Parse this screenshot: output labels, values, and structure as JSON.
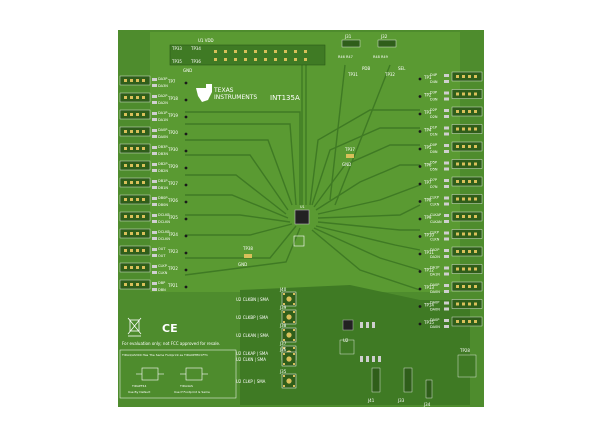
{
  "board": {
    "brand_line1": "TEXAS",
    "brand_line2": "INSTRUMENTS",
    "part_number": "INT135A",
    "top_header": {
      "label": "U1 VDD",
      "tp_left": "TP33",
      "tp_right": "TP34",
      "tp_left2": "TP35",
      "tp_right2": "TP36",
      "gnd": "GND"
    },
    "top_jumpers": [
      {
        "id": "J31",
        "pins": "R46   R47",
        "tp": "TP31",
        "sig": "PDB"
      },
      {
        "id": "J32",
        "pins": "R48   R49",
        "tp": "TP32",
        "sig": "SEL"
      }
    ],
    "center": {
      "ic_label": "U1",
      "tp37": "TP37",
      "gnd37": "GND",
      "tp38": "TP38",
      "gnd38": "GND",
      "u2": "U2"
    },
    "left_rows": [
      {
        "tp": "TP7",
        "net": "DA3P",
        "net2": "DA3N"
      },
      {
        "tp": "TP18",
        "net": "DA2P",
        "net2": "DA2N"
      },
      {
        "tp": "TP19",
        "net": "DA1P",
        "net2": "DA1N"
      },
      {
        "tp": "TP20",
        "net": "DA0P",
        "net2": "DA0N"
      },
      {
        "tp": "TP30",
        "net": "DB3P",
        "net2": "DB3N"
      },
      {
        "tp": "TP29",
        "net": "DB2P",
        "net2": "DB2N"
      },
      {
        "tp": "TP27",
        "net": "DB1P",
        "net2": "DB1N"
      },
      {
        "tp": "TP26",
        "net": "DB0P",
        "net2": "DB0N"
      },
      {
        "tp": "TP25",
        "net": "DCLKP",
        "net2": "DCLKN"
      },
      {
        "tp": "TP24",
        "net": "DCLKP",
        "net2": "DCLKN"
      },
      {
        "tp": "TP23",
        "net": "OUT",
        "net2": "OUT"
      },
      {
        "tp": "TP22",
        "net": "CLKP",
        "net2": "CLKN"
      },
      {
        "tp": "TP21",
        "net": "DBP",
        "net2": "DBN"
      }
    ],
    "right_rows": [
      {
        "tp": "TP1",
        "net": "D4P",
        "net2": "D4N"
      },
      {
        "tp": "TP2",
        "net": "D3P",
        "net2": "D3N"
      },
      {
        "tp": "TP3",
        "net": "D2P",
        "net2": "D2N"
      },
      {
        "tp": "TP4",
        "net": "D1P",
        "net2": "D1N"
      },
      {
        "tp": "TP5",
        "net": "D0P",
        "net2": "D0N"
      },
      {
        "tp": "TP6",
        "net": "D5P",
        "net2": "D5N"
      },
      {
        "tp": "TP7",
        "net": "D7P",
        "net2": "D7N"
      },
      {
        "tp": "TP8",
        "net": "CLKP",
        "net2": "CLKN"
      },
      {
        "tp": "TP9",
        "net": "CLKAP",
        "net2": "CLKAN"
      },
      {
        "tp": "TP10",
        "net": "CLKP",
        "net2": "CLKN"
      },
      {
        "tp": "TP11",
        "net": "DA2P",
        "net2": "DA2N"
      },
      {
        "tp": "TP12",
        "net": "DA1P",
        "net2": "DA1N"
      },
      {
        "tp": "TP13",
        "net": "DA0P",
        "net2": "DA0N"
      },
      {
        "tp": "TP14",
        "net": "DA0P",
        "net2": "DA0N"
      },
      {
        "tp": "TP15",
        "net": "DA0P",
        "net2": "DA0N"
      }
    ],
    "sma": [
      {
        "id": "J40",
        "label": "U2 CLKBN | SMA"
      },
      {
        "id": "J39",
        "label": "U2 CLKBP | SMA"
      },
      {
        "id": "J38",
        "label": "U2 CLKAN | SMA"
      },
      {
        "id": "J37",
        "label": "U2 CLKAP | SMA"
      },
      {
        "id": "J36",
        "label": "U2 CLKN | SMA"
      },
      {
        "id": "J35",
        "label": "U2 CLKP | SMA"
      }
    ],
    "compliance": {
      "ce": "CE",
      "note": "For evaluation only; not FCC approved for resale."
    },
    "notes_box": {
      "line1": "TIDA4/AS300 Has The Same Footprint as TIDA0PHM-Y.FT1",
      "left_caption": "TIDAPF44",
      "right_caption": "TIDA4AS",
      "left_sub": "Use By Default",
      "right_sub": "Use If Footprint Is Same"
    },
    "tp28": "TP28",
    "bottom_refs": [
      "J41",
      "J33",
      "J34"
    ]
  }
}
